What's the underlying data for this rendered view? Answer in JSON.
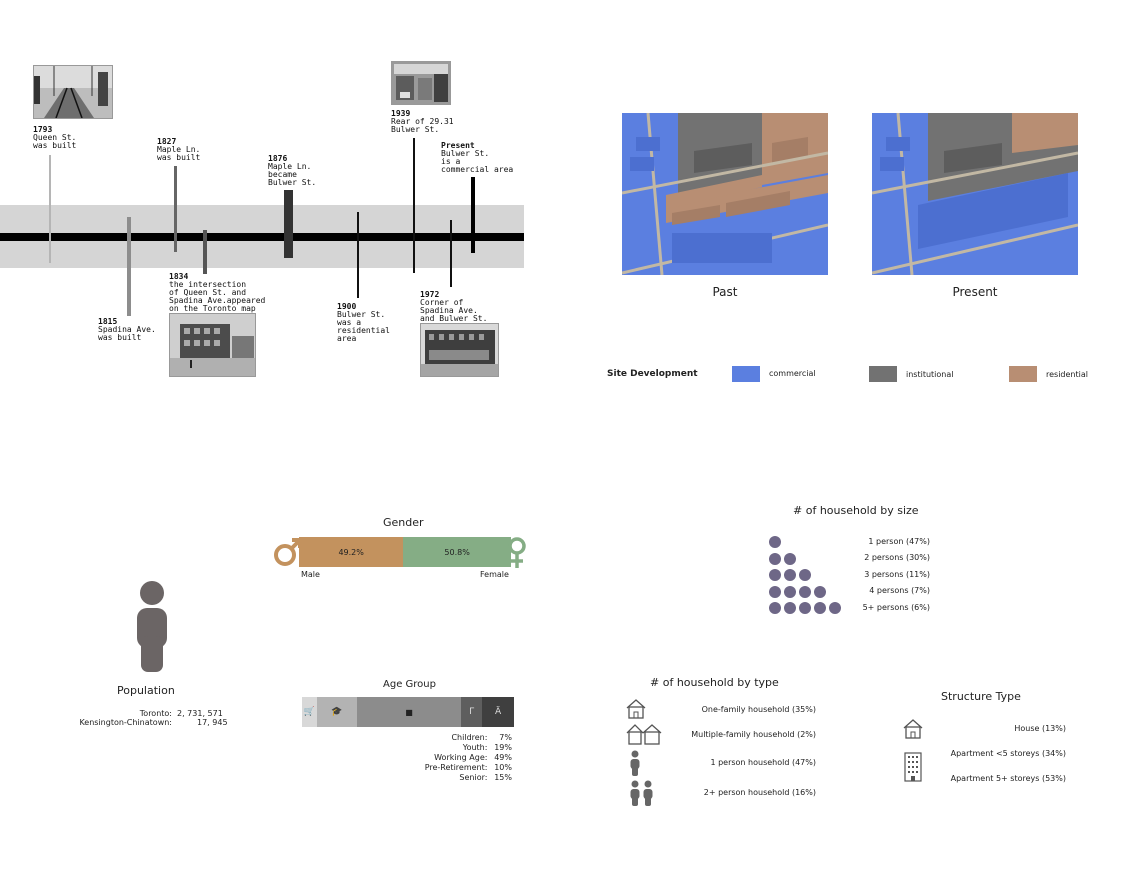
{
  "timeline": {
    "events": [
      {
        "year": "1793",
        "text": "Queen St.\nwas built"
      },
      {
        "year": "1815",
        "text": "Spadina Ave.\nwas built"
      },
      {
        "year": "1827",
        "text": "Maple Ln.\nwas built"
      },
      {
        "year": "1834",
        "text": "the intersection\nof Queen St. and\nSpadina Ave.appeared\non the Toronto map"
      },
      {
        "year": "1876",
        "text": "Maple Ln.\nbecame\nBulwer St."
      },
      {
        "year": "1900",
        "text": "Bulwer St.\nwas a\nresidential\narea"
      },
      {
        "year": "1939",
        "text": "Rear of 29.31\nBulwer St."
      },
      {
        "year": "1972",
        "text": "Corner of\nSpadina Ave.\nand Bulwer St."
      },
      {
        "year": "Present",
        "text": "Bulwer St.\nis a\ncommercial area"
      }
    ]
  },
  "site": {
    "past_label": "Past",
    "present_label": "Present",
    "legend_title": "Site Development",
    "legend": [
      {
        "label": "commercial",
        "color": "#5b7fe0"
      },
      {
        "label": "institutional",
        "color": "#727272"
      },
      {
        "label": "residential",
        "color": "#b88e73"
      }
    ]
  },
  "gender": {
    "title": "Gender",
    "male_pct": "49.2%",
    "female_pct": "50.8%",
    "male_label": "Male",
    "female_label": "Female",
    "male_value": 49.2,
    "female_value": 50.8,
    "male_color": "#c3925e",
    "female_color": "#85ad85"
  },
  "population": {
    "title": "Population",
    "rows": [
      {
        "label": "Toronto:",
        "value": "2, 731, 571"
      },
      {
        "label": "Kensington-Chinatown:",
        "value": "17, 945"
      }
    ]
  },
  "age": {
    "title": "Age Group",
    "groups": [
      {
        "label": "Children:",
        "value": "7%",
        "pct": 7,
        "icon": "stroller-icon",
        "color": "#d8d8d8"
      },
      {
        "label": "Youth:",
        "value": "19%",
        "pct": 19,
        "icon": "graduation-cap-icon",
        "color": "#b3b3b3"
      },
      {
        "label": "Working Age:",
        "value": "49%",
        "pct": 49,
        "icon": "briefcase-icon",
        "color": "#8c8c8c"
      },
      {
        "label": "Pre-Retirement:",
        "value": "10%",
        "pct": 10,
        "icon": "cane-icon",
        "color": "#5e5e5e"
      },
      {
        "label": "Senior:",
        "value": "15%",
        "pct": 15,
        "icon": "walker-icon",
        "color": "#3f3f3f"
      }
    ]
  },
  "household_size": {
    "title": "# of household by size",
    "rows": [
      {
        "label": "1 person (47%)",
        "count": 1
      },
      {
        "label": "2 persons (30%)",
        "count": 2
      },
      {
        "label": "3 persons (11%)",
        "count": 3
      },
      {
        "label": "4 persons (7%)",
        "count": 4
      },
      {
        "label": "5+ persons (6%)",
        "count": 5
      }
    ],
    "dot_color": "#6e6787"
  },
  "household_type": {
    "title": "# of household by type",
    "rows": [
      {
        "label": "One-family household (35%)",
        "icon": "house-icon"
      },
      {
        "label": "Multiple-family household (2%)",
        "icon": "houses-icon"
      },
      {
        "label": "1 person household (47%)",
        "icon": "person-icon"
      },
      {
        "label": "2+ person household (16%)",
        "icon": "two-persons-icon"
      }
    ]
  },
  "structure": {
    "title": "Structure Type",
    "rows": [
      {
        "label": "House (13%)",
        "icon": "house-icon"
      },
      {
        "label": "Apartment <5 storeys (34%)",
        "icon": "apartment-icon"
      },
      {
        "label": "Apartment 5+ storeys (53%)",
        "icon": ""
      }
    ]
  }
}
